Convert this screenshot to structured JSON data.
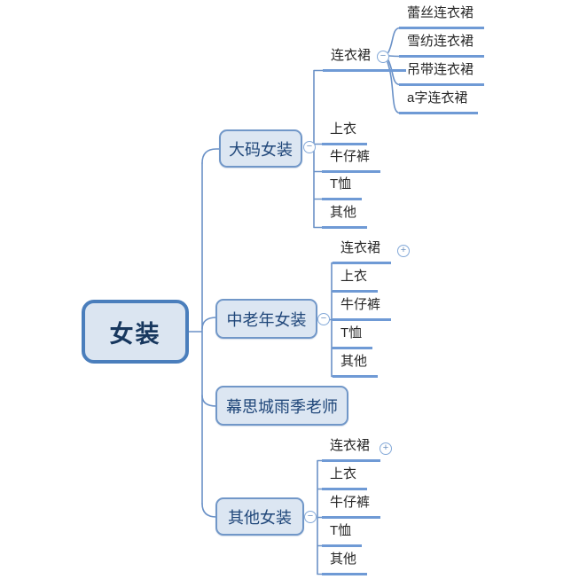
{
  "root": {
    "label": "女装"
  },
  "branches": [
    {
      "label": "大码女装",
      "toggle": "collapse",
      "children": [
        {
          "label": "连衣裙",
          "toggle": "collapse",
          "children": [
            {
              "label": "蕾丝连衣裙"
            },
            {
              "label": "雪纺连衣裙"
            },
            {
              "label": "吊带连衣裙"
            },
            {
              "label": "a字连衣裙"
            }
          ]
        },
        {
          "label": "上衣"
        },
        {
          "label": "牛仔裤"
        },
        {
          "label": "T恤"
        },
        {
          "label": "其他"
        }
      ]
    },
    {
      "label": "中老年女装",
      "toggle": "collapse",
      "children": [
        {
          "label": "连衣裙",
          "toggle": "expand"
        },
        {
          "label": "上衣"
        },
        {
          "label": "牛仔裤"
        },
        {
          "label": "T恤"
        },
        {
          "label": "其他"
        }
      ]
    },
    {
      "label": "幕思城雨季老师"
    },
    {
      "label": "其他女装",
      "toggle": "collapse",
      "children": [
        {
          "label": "连衣裙",
          "toggle": "expand"
        },
        {
          "label": "上衣"
        },
        {
          "label": "牛仔裤"
        },
        {
          "label": "T恤"
        },
        {
          "label": "其他"
        }
      ]
    }
  ],
  "ui": {
    "minus_glyph": "−",
    "plus_glyph": "+"
  },
  "colors": {
    "root_border": "#4a7ebc",
    "branch_border": "#7197c8",
    "node_fill": "#dce6f2",
    "connector_line": "#6a91c7",
    "leaf_underline": "#6f9ad5",
    "node_text": "#1f4679",
    "leaf_text": "#262626"
  }
}
